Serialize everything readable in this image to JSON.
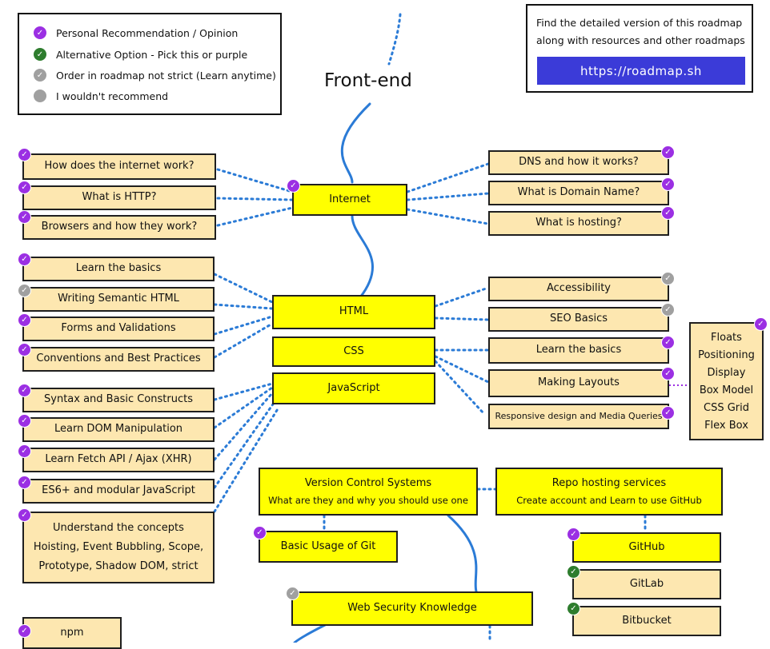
{
  "legend": {
    "items": [
      {
        "label": "Personal Recommendation / Opinion",
        "color": "#9b2fe3",
        "icon": "check-icon"
      },
      {
        "label": "Alternative Option - Pick this or purple",
        "color": "#2e7d2e",
        "icon": "check-icon"
      },
      {
        "label": "Order in roadmap not strict (Learn anytime)",
        "color": "#a0a0a0",
        "icon": "check-icon"
      },
      {
        "label": "I wouldn't recommend",
        "color": "#a0a0a0",
        "icon": "dot-icon"
      }
    ]
  },
  "promo": {
    "line1": "Find the detailed version of this roadmap",
    "line2": "along with resources and other roadmaps",
    "link": "https://roadmap.sh"
  },
  "title": "Front-end",
  "nodes": {
    "internet": "Internet",
    "html": "HTML",
    "css": "CSS",
    "javascript": "JavaScript",
    "vcs_title": "Version Control Systems",
    "vcs_sub": "What are they and why you should use one",
    "repo_title": "Repo hosting services",
    "repo_sub": "Create account and Learn to use GitHub",
    "git_basic": "Basic Usage of Git",
    "github": "GitHub",
    "gitlab": "GitLab",
    "bitbucket": "Bitbucket",
    "web_security": "Web Security Knowledge",
    "npm": "npm"
  },
  "internet_left": [
    "How does the internet work?",
    "What is HTTP?",
    "Browsers and how they work?"
  ],
  "internet_right": [
    "DNS and how it works?",
    "What is Domain Name?",
    "What is hosting?"
  ],
  "html_left": [
    "Learn the basics",
    "Writing Semantic HTML",
    "Forms and Validations",
    "Conventions and Best Practices"
  ],
  "js_left": [
    "Syntax and Basic Constructs",
    "Learn DOM Manipulation",
    "Learn Fetch API / Ajax (XHR)",
    "ES6+ and modular JavaScript"
  ],
  "js_concepts": [
    "Understand the concepts",
    "Hoisting, Event Bubbling, Scope,",
    "Prototype, Shadow DOM, strict"
  ],
  "html_right": [
    "Accessibility",
    "SEO Basics"
  ],
  "css_right": [
    "Learn the basics",
    "Making Layouts",
    "Responsive design and Media Queries"
  ],
  "layout_list": [
    "Floats",
    "Positioning",
    "Display",
    "Box Model",
    "CSS Grid",
    "Flex Box"
  ],
  "colors": {
    "purple": "#9b2fe3",
    "green": "#2e7d2e",
    "gray": "#a0a0a0",
    "spine": "#2b7bd6",
    "highlight": "#ffff00",
    "topic": "#fde7b0",
    "link_bg": "#3b3bd8"
  }
}
